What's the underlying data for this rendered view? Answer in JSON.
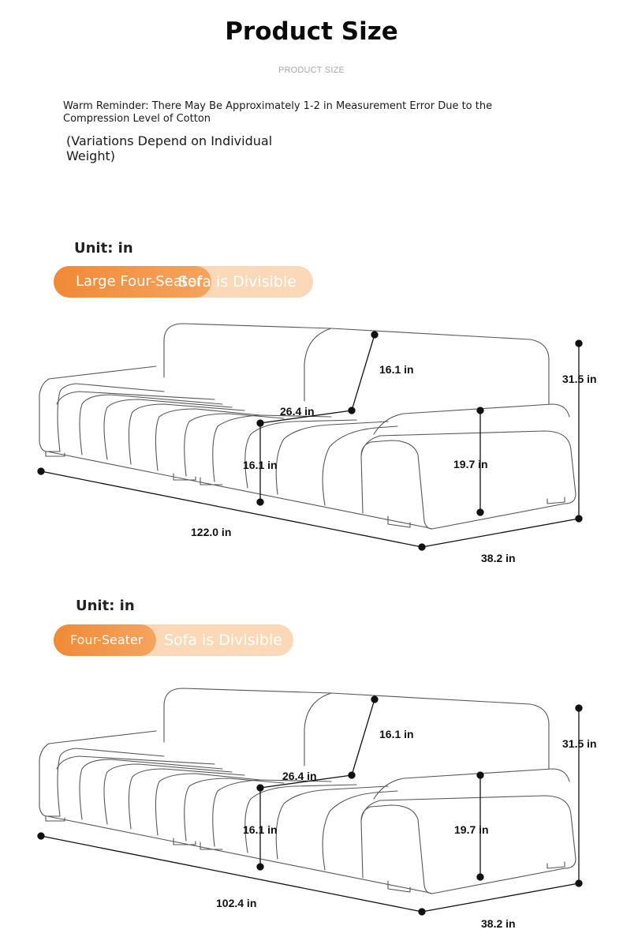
{
  "header": {
    "title": "Product Size",
    "subtitle": "PRODUCT SIZE",
    "reminder": "Warm Reminder: There May Be Approximately 1-2 in Measurement Error Due to the Compression Level of Cotton",
    "variation": "(Variations Depend on Individual Weight)"
  },
  "sections": [
    {
      "unit_label": "Unit: in",
      "badge_primary": "Large Four-Seater",
      "badge_secondary": "Sofa is Divisible",
      "dims": {
        "back_depth": "16.1 in",
        "seat_depth": "26.4 in",
        "seat_height": "16.1 in",
        "arm_height": "19.7 in",
        "total_height": "31.5 in",
        "length": "122.0 in",
        "depth": "38.2 in"
      }
    },
    {
      "unit_label": "Unit: in",
      "badge_primary": "Four-Seater",
      "badge_secondary": "Sofa is Divisible",
      "dims": {
        "back_depth": "16.1 in",
        "seat_depth": "26.4 in",
        "seat_height": "16.1 in",
        "arm_height": "19.7 in",
        "total_height": "31.5 in",
        "length": "102.4 in",
        "depth": "38.2 in"
      }
    }
  ],
  "colors": {
    "accent": "#f08a36",
    "accent_light": "#fbd9b8",
    "line": "#555555"
  }
}
